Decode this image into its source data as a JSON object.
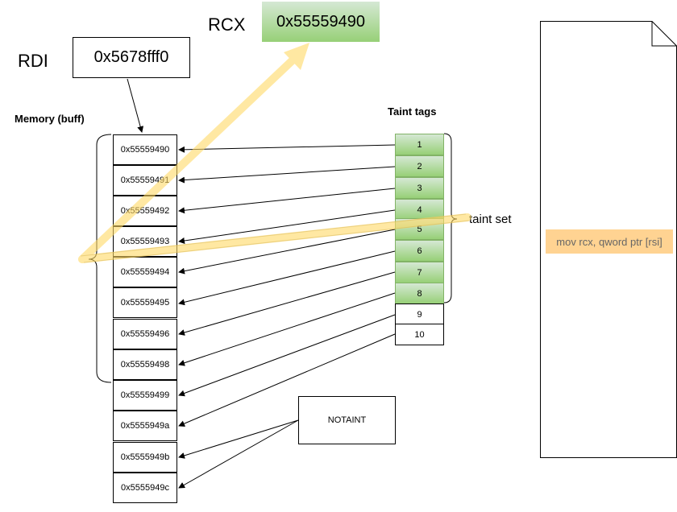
{
  "registers": {
    "rdi": {
      "label": "RDI",
      "value": "0x5678fff0"
    },
    "rcx": {
      "label": "RCX",
      "value": "0x55559490"
    }
  },
  "memory": {
    "title": "Memory (buff)",
    "cells": [
      "0x55559490",
      "0x55559491",
      "0x55559492",
      "0x55559493",
      "0x55559494",
      "0x55559495",
      "0x55559496",
      "0x55559498",
      "0x55559499",
      "0x5555949a",
      "0x5555949b",
      "0x5555949c"
    ]
  },
  "taint": {
    "title": "Taint tags",
    "tags": [
      {
        "label": "1",
        "tainted": true
      },
      {
        "label": "2",
        "tainted": true
      },
      {
        "label": "3",
        "tainted": true
      },
      {
        "label": "4",
        "tainted": true
      },
      {
        "label": "5",
        "tainted": true
      },
      {
        "label": "6",
        "tainted": true
      },
      {
        "label": "7",
        "tainted": true
      },
      {
        "label": "8",
        "tainted": true
      },
      {
        "label": "9",
        "tainted": false
      },
      {
        "label": "10",
        "tainted": false
      }
    ],
    "set_label": "taint set"
  },
  "notaint": {
    "label": "NOTAINT"
  },
  "instruction": {
    "text": "mov rcx, qword ptr [rsi]"
  },
  "colors": {
    "tainted_fill": "#97d077",
    "highlight": "#ffd966",
    "instruction_bg": "#ffd392"
  }
}
